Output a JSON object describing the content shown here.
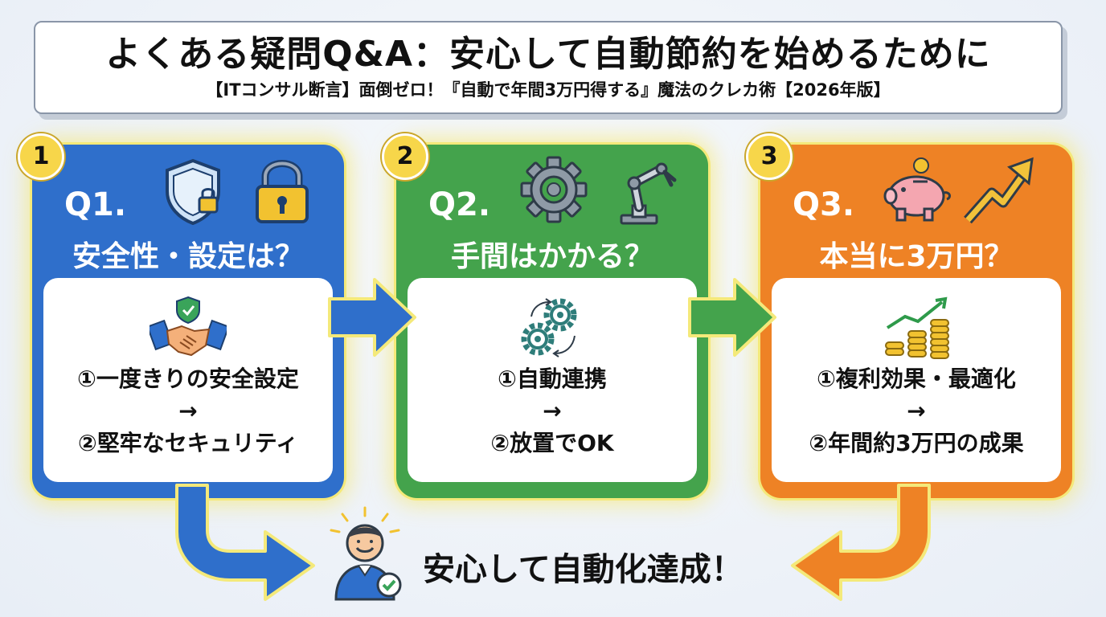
{
  "title": {
    "main": "よくある疑問Q&A：安心して自動節約を始めるために",
    "sub": "【ITコンサル断言】面倒ゼロ！『自動で年間3万円得する』魔法のクレカ術【2026年版】"
  },
  "cards": [
    {
      "number": "1",
      "q": "Q1.",
      "title": "安全性・設定は？",
      "line1": "①一度きりの安全設定",
      "arrow": "→",
      "line2": "②堅牢なセキュリティ",
      "color": "#2f6fcb",
      "icons": [
        "shield-lock-icon",
        "padlock-icon",
        "handshake-shield-icon"
      ]
    },
    {
      "number": "2",
      "q": "Q2.",
      "title": "手間はかかる？",
      "line1": "①自動連携",
      "arrow": "→",
      "line2": "②放置でOK",
      "color": "#44a34c",
      "icons": [
        "gear-icon",
        "robot-arm-icon",
        "gears-cycle-icon"
      ]
    },
    {
      "number": "3",
      "q": "Q3.",
      "title": "本当に3万円？",
      "line1": "①複利効果・最適化",
      "arrow": "→",
      "line2": "②年間約3万円の成果",
      "color": "#ee8225",
      "icons": [
        "piggy-bank-icon",
        "trend-up-arrow-icon",
        "coins-growth-icon"
      ]
    }
  ],
  "conclusion": {
    "text": "安心して自動化達成！",
    "icon": "happy-person-check-icon"
  }
}
